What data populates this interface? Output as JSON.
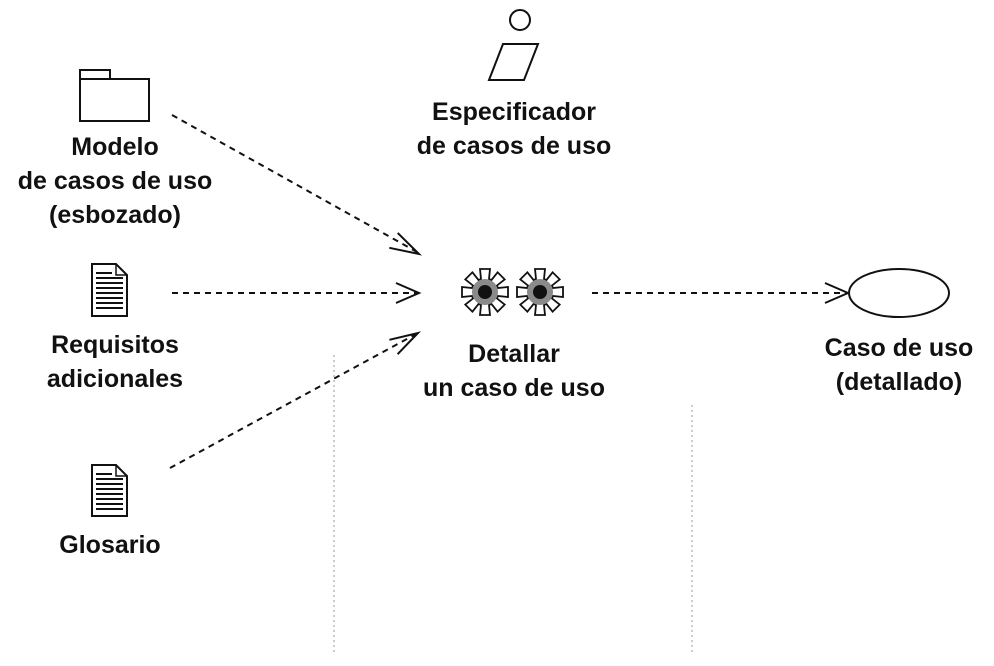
{
  "worker": {
    "icon": "actor-icon",
    "line1": "Especificador",
    "line2": "de casos de uso"
  },
  "inputs": [
    {
      "icon": "folder-icon",
      "lines": [
        "Modelo",
        "de casos de uso",
        "(esbozado)"
      ]
    },
    {
      "icon": "document-icon",
      "lines": [
        "Requisitos",
        "adicionales"
      ]
    },
    {
      "icon": "document-icon",
      "lines": [
        "Glosario"
      ]
    }
  ],
  "activity": {
    "icon": "gears-icon",
    "line1": "Detallar",
    "line2": "un caso de uso"
  },
  "output": {
    "icon": "use-case-ellipse-icon",
    "line1": "Caso de uso",
    "line2": "(detallado)"
  },
  "colors": {
    "ink": "#111111",
    "background": "#ffffff"
  }
}
